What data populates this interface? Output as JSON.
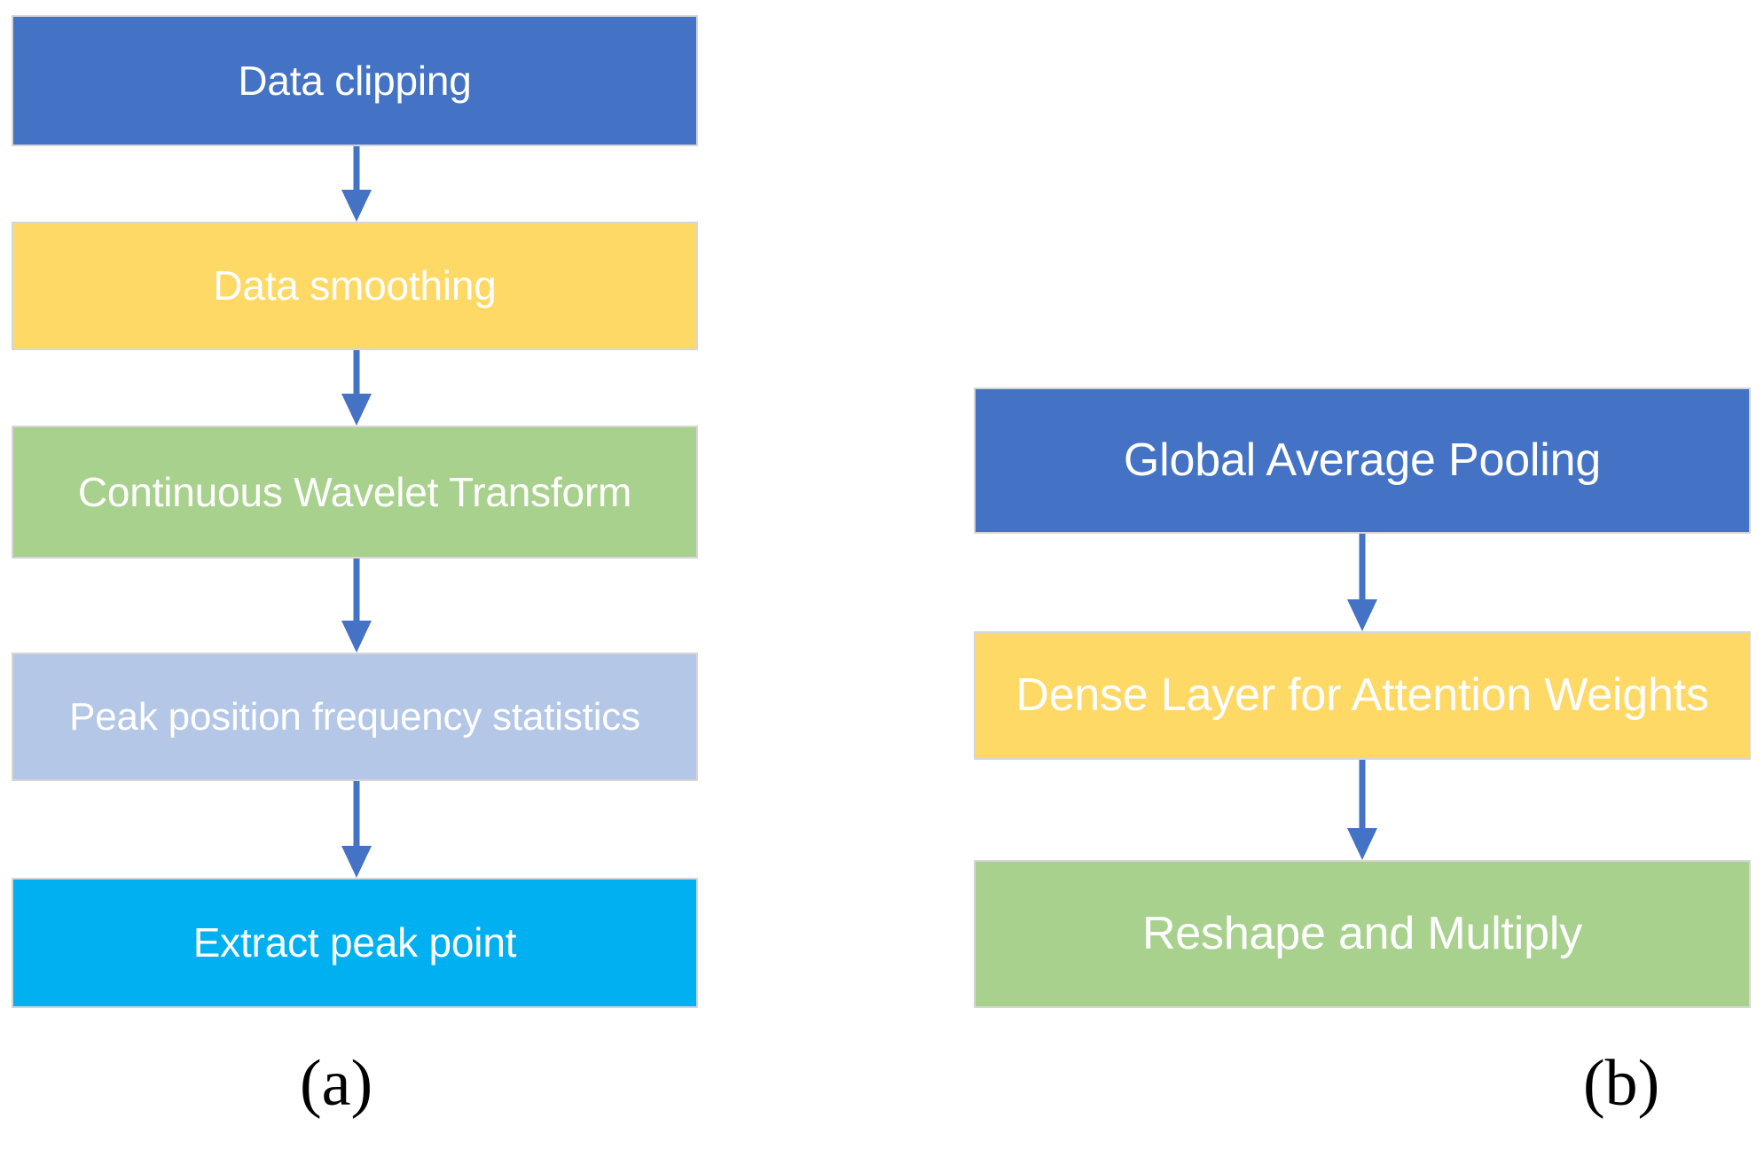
{
  "figure": {
    "background": "#ffffff",
    "arrow_color": "#4472c4",
    "node_border_color": "#d6d6d6",
    "node_text_color": "#ffffff"
  },
  "panels": [
    {
      "id": "a",
      "caption": "(a)",
      "nodes": [
        {
          "label": "Data clipping",
          "color": "#4472c4",
          "font_size": 46
        },
        {
          "label": "Data smoothing",
          "color": "#ffd966",
          "font_size": 46
        },
        {
          "label": "Continuous Wavelet Transform",
          "color": "#a9d18e",
          "font_size": 46
        },
        {
          "label": "Peak position frequency statistics",
          "color": "#b4c7e7",
          "font_size": 44
        },
        {
          "label": "Extract peak point",
          "color": "#00b0f0",
          "font_size": 46
        }
      ],
      "arrows": 4
    },
    {
      "id": "b",
      "caption": "(b)",
      "nodes": [
        {
          "label": "Global Average Pooling",
          "color": "#4472c4",
          "font_size": 52
        },
        {
          "label": "Dense Layer for Attention Weights",
          "color": "#ffd966",
          "font_size": 52
        },
        {
          "label": "Reshape and Multiply",
          "color": "#a9d18e",
          "font_size": 52
        }
      ],
      "arrows": 2
    }
  ]
}
